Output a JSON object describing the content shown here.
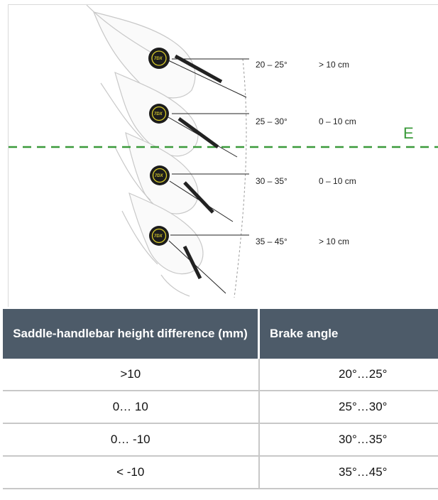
{
  "figure": {
    "logo_text": "7DX",
    "line_label": "E",
    "positions": [
      {
        "angle": "20 – 25°",
        "distance": "> 10 cm"
      },
      {
        "angle": "25 – 30°",
        "distance": "0 – 10 cm"
      },
      {
        "angle": "30 – 35°",
        "distance": "0 – 10 cm"
      },
      {
        "angle": "35 – 45°",
        "distance": "> 10 cm"
      }
    ],
    "colors": {
      "reference_line": "#3a9a3a",
      "logo_ring": "#d8cb2a",
      "hand_outline": "#bfbfbf"
    }
  },
  "table": {
    "headers": [
      "Saddle-handlebar height difference (mm)",
      "Brake angle"
    ],
    "header_bg": "#4d5b69",
    "rows": [
      [
        ">10",
        "20°…25°"
      ],
      [
        "0… 10",
        "25°…30°"
      ],
      [
        "0… -10",
        "30°…35°"
      ],
      [
        "< -10",
        "35°…45°"
      ]
    ]
  }
}
